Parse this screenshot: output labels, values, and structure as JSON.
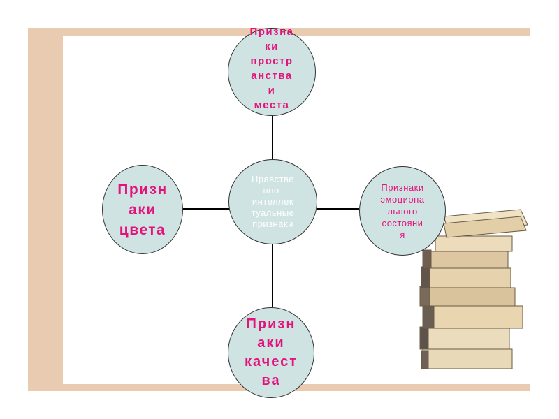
{
  "diagram": {
    "center": {
      "label": "Нравстве\nнно-\nинтеллек\nтуальные\nпризнаки"
    },
    "top": {
      "label": "Призна\nки\nпростр\nанства\nи\nместа"
    },
    "left": {
      "label": "Призн\nаки\nцвета"
    },
    "right": {
      "label": "Признаки\nэмоциона\nльного\nсостояни\nя"
    },
    "bottom": {
      "label": "Призн\nаки\nкачест\nва"
    }
  },
  "colors": {
    "circle_fill": "#cfe3e3",
    "label_pink": "#e4137c",
    "center_text": "#ffffff",
    "frame": "#e8cbb0"
  },
  "decor": {
    "books_icon": "stack-of-books"
  }
}
